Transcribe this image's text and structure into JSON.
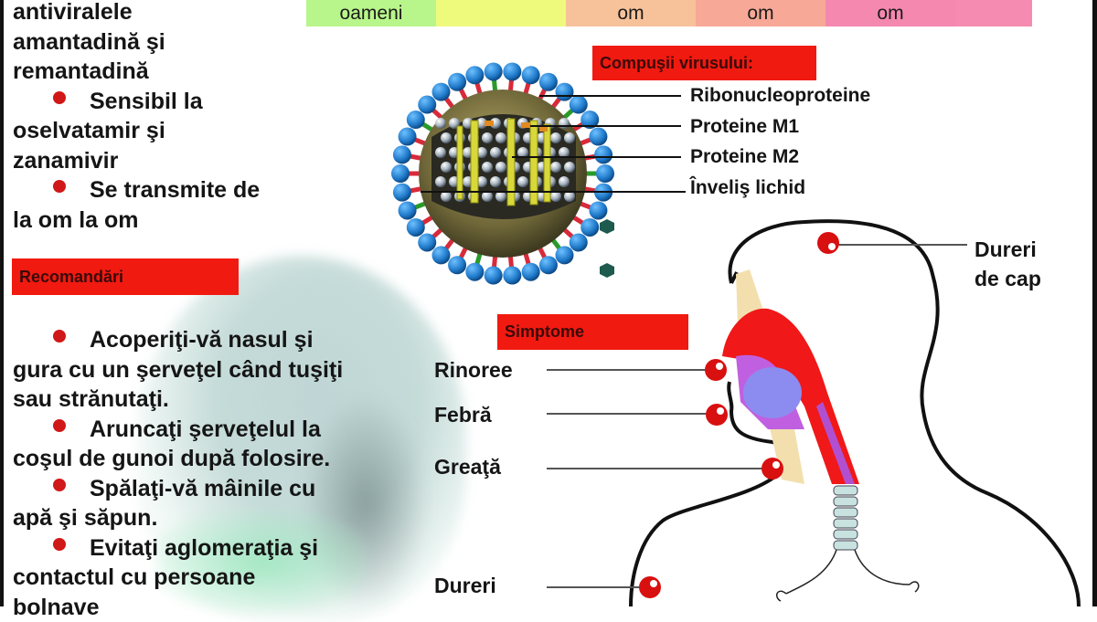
{
  "top_strip": {
    "cells": [
      {
        "text": "oameni",
        "color": "#b8f58a",
        "width": 142
      },
      {
        "text": "",
        "color": "#eefa7c",
        "width": 142
      },
      {
        "text": "om",
        "color": "#f7c29a",
        "width": 142
      },
      {
        "text": "om",
        "color": "#f7a896",
        "width": 142
      },
      {
        "text": "om",
        "color": "#f588ae",
        "width": 142
      },
      {
        "text": "",
        "color": "#f58bb0",
        "width": 84
      }
    ]
  },
  "left_column": {
    "intro_lines": [
      "antiviralele",
      "amantadină şi",
      "remantadină"
    ],
    "bullets": [
      {
        "first": "Sensibil la",
        "rest": [
          "oselvatamir  şi",
          "zanamivir"
        ]
      },
      {
        "first": "Se transmite de",
        "rest": [
          "la om la om"
        ]
      }
    ]
  },
  "recommendations": {
    "header": "Recomandări",
    "bullets": [
      {
        "first": "Acoperiţi-vă nasul şi",
        "rest": [
          "gura cu un şerveţel când tuşiţi",
          "sau strănutaţi."
        ]
      },
      {
        "first": "Aruncaţi şerveţelul la",
        "rest": [
          "coşul de gunoi după folosire."
        ]
      },
      {
        "first": "Spălaţi-vă mâinile cu",
        "rest": [
          "apă şi săpun."
        ]
      },
      {
        "first": "Evitaţi aglomeraţia şi",
        "rest": [
          "contactul cu persoane",
          "bolnave"
        ]
      }
    ]
  },
  "virus": {
    "header": "Compuşii virusului:",
    "components": [
      "Ribonucleoproteine",
      "Proteine M1",
      "Proteine M2",
      "Înveliş lichid"
    ]
  },
  "symptoms": {
    "header": "Simptome",
    "items": [
      "Rinoree",
      "Febră",
      "Greaţă",
      "Dureri"
    ],
    "head_label": [
      "Dureri",
      "de cap"
    ]
  },
  "colors": {
    "accent_red": "#f11a10",
    "bullet_red": "#d01818",
    "virus_spike_blue": "#1e78c8",
    "virus_shell": "#7a7040"
  }
}
